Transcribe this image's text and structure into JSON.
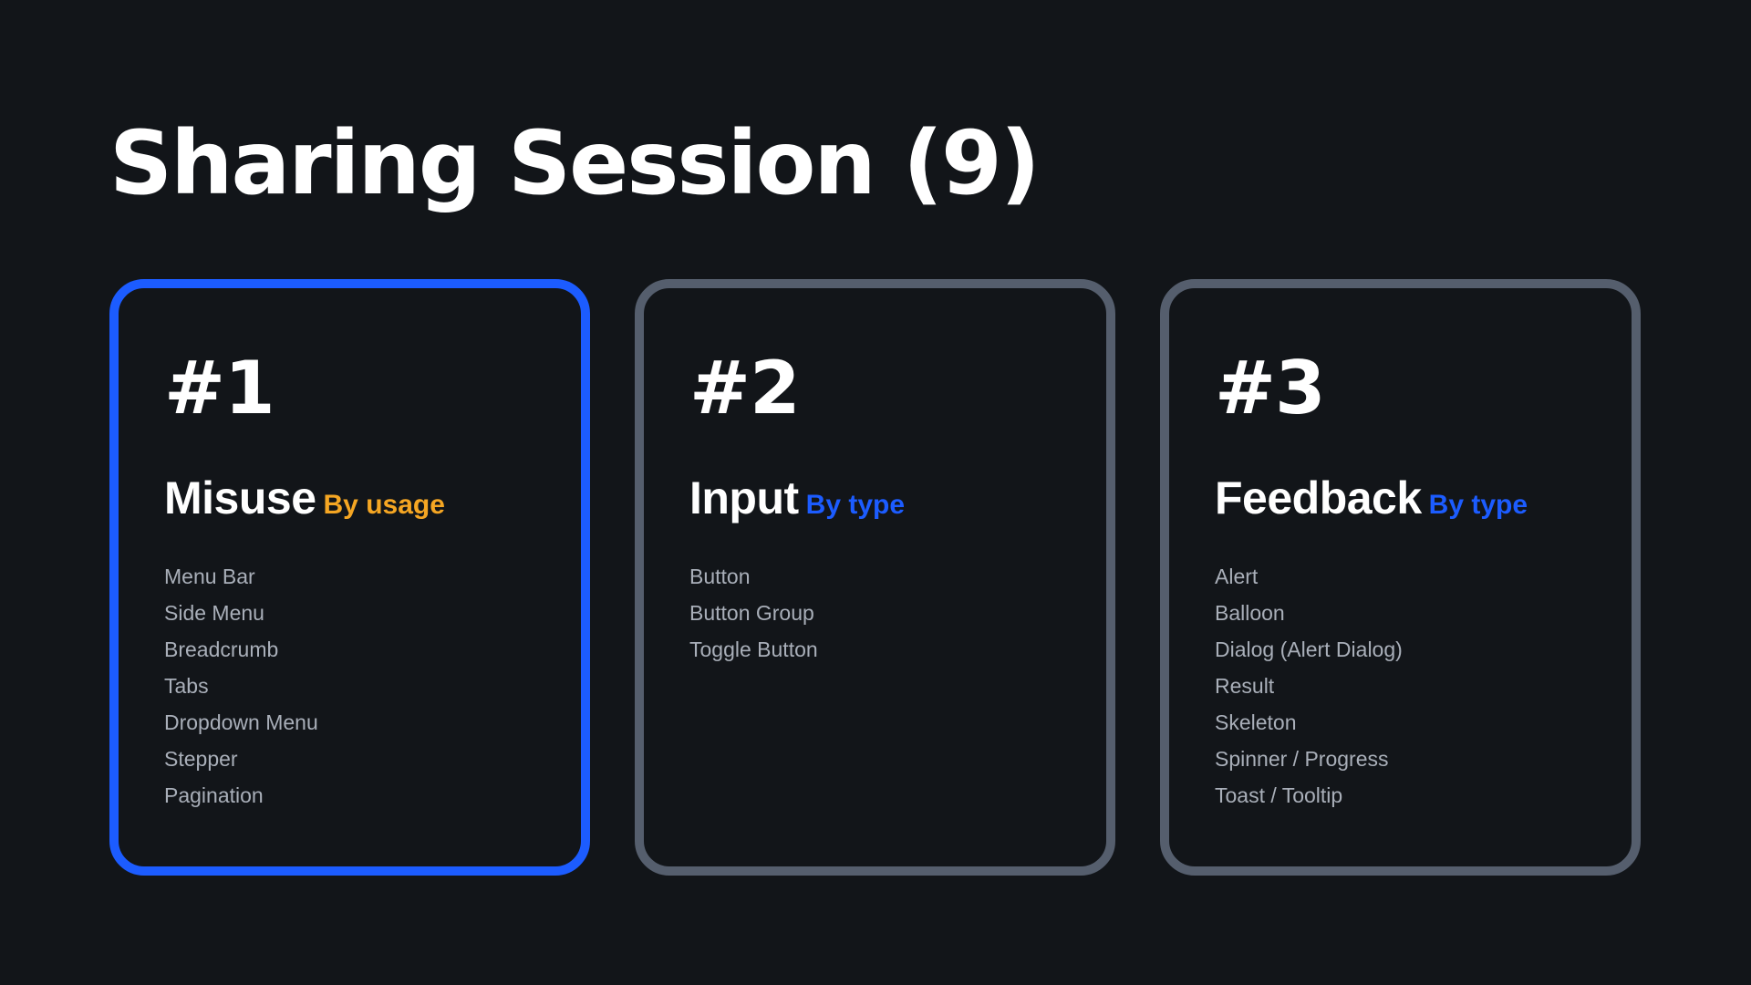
{
  "title": "Sharing Session (9)",
  "colors": {
    "background": "#121519",
    "active_border": "#1c5cff",
    "inactive_border": "#555e6d",
    "tag_orange": "#f5a623",
    "tag_blue": "#1c5cff",
    "item_text": "#a9afb9"
  },
  "cards": [
    {
      "number": "#1",
      "category": "Misuse",
      "tag": "By usage",
      "items": [
        "Menu Bar",
        "Side Menu",
        "Breadcrumb",
        "Tabs",
        "Dropdown Menu",
        "Stepper",
        "Pagination"
      ]
    },
    {
      "number": "#2",
      "category": "Input",
      "tag": "By type",
      "items": [
        "Button",
        "Button Group",
        "Toggle Button"
      ]
    },
    {
      "number": "#3",
      "category": "Feedback",
      "tag": "By type",
      "items": [
        "Alert",
        "Balloon",
        "Dialog (Alert Dialog)",
        "Result",
        "Skeleton",
        "Spinner / Progress",
        "Toast / Tooltip"
      ]
    }
  ]
}
